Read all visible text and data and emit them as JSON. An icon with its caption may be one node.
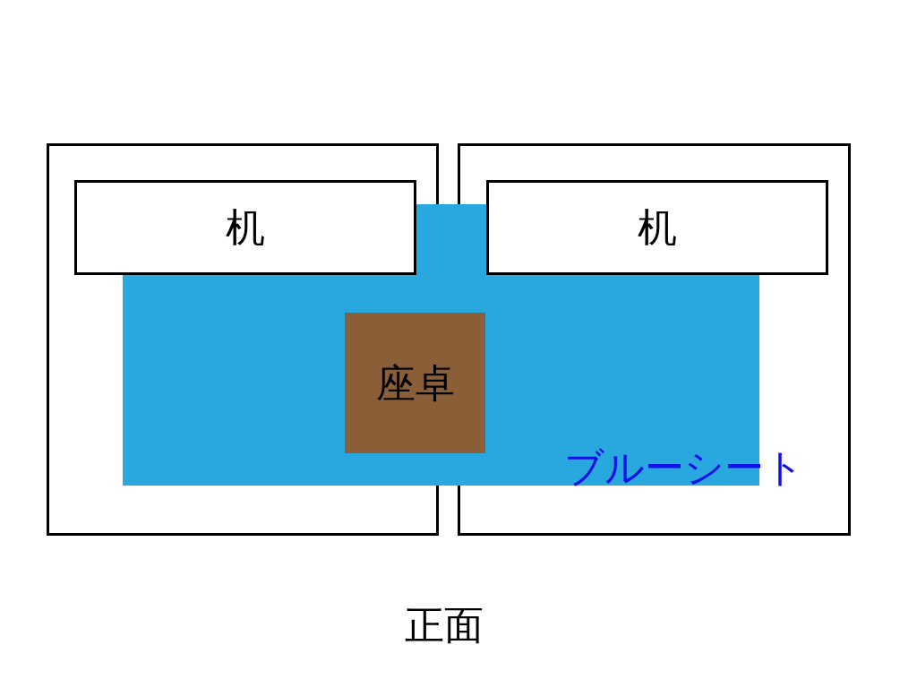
{
  "diagram": {
    "nodes": [
      {
        "text": [],
        "shape": "box"
      },
      {
        "text": [],
        "shape": "box"
      },
      {
        "text": [],
        "shape": "box"
      },
      {
        "text": [
          "机"
        ],
        "in": 0
      },
      {
        "text": [
          "机"
        ],
        "in": 1
      },
      {
        "text": [
          "座卓"
        ],
        "in": 2
      }
    ],
    "edges": [],
    "labels": [
      "ブルーシート",
      "正面"
    ]
  }
}
